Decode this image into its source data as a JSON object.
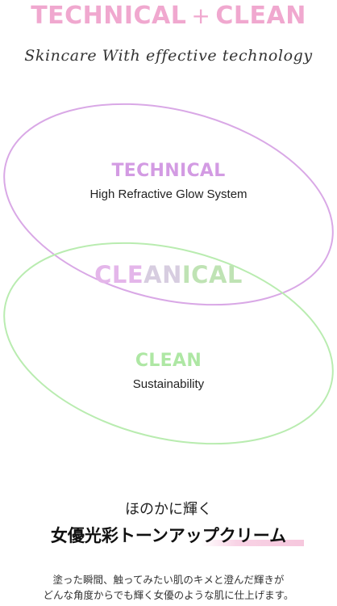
{
  "header": {
    "title_left": "TECHNICAL",
    "title_plus": "+",
    "title_right": "CLEAN",
    "tagline": "Skincare With effective technology"
  },
  "venn": {
    "technical_title": "TECHNICAL",
    "technical_subtitle": "High Refractive Glow System",
    "center_part1": "CLE",
    "center_part2": "AN",
    "center_part3": "ICAL",
    "clean_title": "CLEAN",
    "clean_subtitle": "Sustainability",
    "colors": {
      "technical": "#d39be3",
      "clean": "#aee7a4",
      "technical_ring": "#d9a8e6",
      "clean_ring": "#b9ecb0"
    }
  },
  "product": {
    "lead": "ほのかに輝く",
    "headline": "女優光彩トーンアップクリーム",
    "highlight_color": "#f6c7dd",
    "description_line1": "塗った瞬間、触ってみたい肌のキメと澄んだ輝きが",
    "description_line2": "どんな角度からでも輝く女優のような肌に仕上げます。"
  }
}
